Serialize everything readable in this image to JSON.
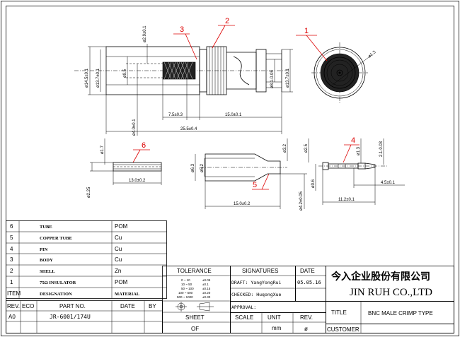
{
  "balloons": [
    "1",
    "2",
    "3",
    "4",
    "5",
    "6"
  ],
  "top_view": {
    "dim_phi29": "ø2.9±0.1",
    "dim_phi145": "ø14.5±0.1",
    "dim_phi137": "ø13.7±0.1",
    "dim_phi95": "ø9.5",
    "dim_phi40": "ø4.0±0.1",
    "dim_phi81": "ø8.1-0.05",
    "dim_phi137r": "ø13.7±0.1",
    "dim_75": "7.5±0.3",
    "dim_150": "15.0±0.1",
    "dim_255": "25.5±0.4"
  },
  "end_view": {
    "dim_phi13": "ø1.3"
  },
  "pin_tube": {
    "dim_phi17": "ø1.7",
    "dim_225": "ø2.25",
    "dim_130": "13.0±0.2"
  },
  "ferrule": {
    "dim_phi32": "ø3.2",
    "dim_phi63": "ø6.3",
    "dim_phi52": "ø5.2",
    "dim_phi42": "ø4.2±0.05",
    "dim_150": "15.0±0.2"
  },
  "pin": {
    "dim_phi25": "ø2.5",
    "dim_phi13": "ø1.3",
    "dim_21": "2.1-0.03",
    "dim_phi06": "ø0.6",
    "dim_45": "4.5±0.1",
    "dim_112": "11.2±0.1"
  },
  "bom": {
    "rows": [
      {
        "item": "6",
        "designation": "TUBE",
        "material": "POM"
      },
      {
        "item": "5",
        "designation": "COPPER TUBE",
        "material": "Cu"
      },
      {
        "item": "4",
        "designation": "PIN",
        "material": "Cu"
      },
      {
        "item": "3",
        "designation": "BODY",
        "material": "Cu"
      },
      {
        "item": "2",
        "designation": "SHELL",
        "material": "Zn"
      },
      {
        "item": "1",
        "designation": "75Ω INSULATOR",
        "material": "POM"
      }
    ],
    "header": {
      "item": "ITEM",
      "designation": "DESIGNATION",
      "material": "MATERIAL"
    }
  },
  "rev_table": {
    "headers": {
      "rev": "REV.",
      "eco": "ECO",
      "part": "PART NO.",
      "date": "DATE",
      "by": "BY"
    },
    "row": {
      "rev": "A0",
      "part": "JR-6001/174U"
    }
  },
  "tolerance": {
    "label": "TOLERANCE",
    "rows": [
      {
        "range": "0 ~ 10",
        "val": "±0.05"
      },
      {
        "range": "10 ~ 50",
        "val": "±0.1"
      },
      {
        "range": "50 ~ 100",
        "val": "±0.15"
      },
      {
        "range": "100 ~ 500",
        "val": "±0.20"
      },
      {
        "range": "500 ~ 1000",
        "val": "±0.30"
      }
    ]
  },
  "signatures": {
    "label": "SIGNATURES",
    "date_label": "DATE",
    "draft": "DRAFT: YangYongRui",
    "checked": "CHECKED: HuqongXue",
    "approval": "APPROVAL:",
    "date": "05.05.16"
  },
  "company": {
    "name_cn": "今入企业股份有限公司",
    "name_en": "JIN RUH CO.,LTD"
  },
  "title_block": {
    "title_label": "TITLE",
    "title": "BNC MALE CRIMP TYPE",
    "customer_label": "CUSTOMER"
  },
  "sheet_row": {
    "sheet_label": "SHEET",
    "scale_label": "SCALE",
    "unit_label": "UNIT",
    "rev_label": "REV.",
    "of": "OF",
    "unit": "mm",
    "rev": "ø"
  }
}
